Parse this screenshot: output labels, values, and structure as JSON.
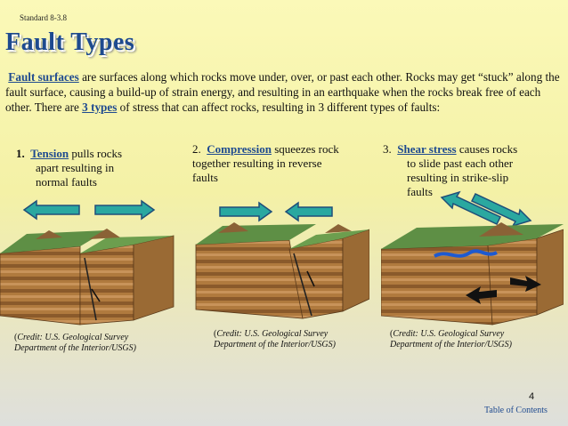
{
  "standard": "Standard 8-3.8",
  "title": "Fault Types",
  "intro": {
    "term": "Fault surfaces",
    "text1": " are surfaces along which rocks move under, over, or past each other.  Rocks may get “stuck” along the fault surface, causing a build-up of strain energy, and resulting in an earthquake when the rocks break free of each other. There are ",
    "types": "3 types",
    "text2": " of stress that can affect rocks, resulting in 3 different types of faults:"
  },
  "faults": [
    {
      "num": "1.",
      "term": "Tension",
      "line1": " pulls rocks",
      "line2": "apart resulting in",
      "line3": "normal faults"
    },
    {
      "num": "2.",
      "term": "Compression",
      "line1": " squeezes rock",
      "line2": "together resulting in reverse",
      "line3": "faults"
    },
    {
      "num": "3.",
      "term": "Shear stress",
      "line1": " causes rocks",
      "line2": "to slide past each other",
      "line3": "resulting in strike-slip",
      "line4": "faults"
    }
  ],
  "credit": {
    "open": "(",
    "line1": "Credit: U.S. Geological Survey",
    "line2": "Department of the Interior/USGS)"
  },
  "page_number": "4",
  "toc": "Table of Contents",
  "colors": {
    "title": "#1e4a8f",
    "arrow_fill": "#2aa8a0",
    "arrow_stroke": "#1f4f7a"
  }
}
